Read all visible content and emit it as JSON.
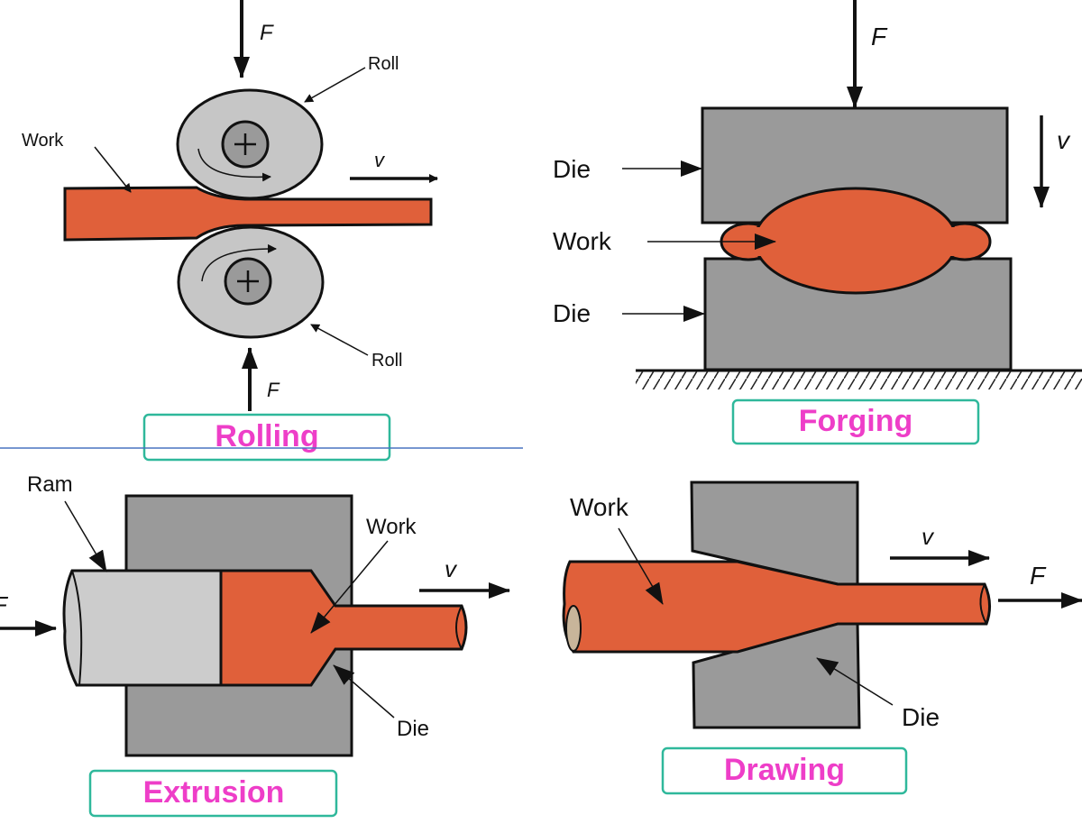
{
  "colors": {
    "work": "#e0603a",
    "die": "#9a9a9a",
    "roll": "#c6c6c6",
    "hub": "#9a9a9a",
    "ram": "#cccccc",
    "title_text": "#ee3ec8",
    "title_border": "#2fb89b",
    "divider": "#4a73c0"
  },
  "rolling": {
    "title": "Rolling",
    "labels": {
      "force_top": "F",
      "force_bottom": "F",
      "roll_top": "Roll",
      "roll_bottom": "Roll",
      "work": "Work",
      "velocity": "v"
    }
  },
  "forging": {
    "title": "Forging",
    "labels": {
      "force": "F",
      "velocity": "v",
      "die_top": "Die",
      "work": "Work",
      "die_bottom": "Die"
    }
  },
  "extrusion": {
    "title": "Extrusion",
    "labels": {
      "ram": "Ram",
      "work": "Work",
      "velocity": "v",
      "force": "F",
      "die": "Die"
    }
  },
  "drawing": {
    "title": "Drawing",
    "labels": {
      "work": "Work",
      "velocity": "v",
      "force": "F",
      "die": "Die"
    }
  }
}
